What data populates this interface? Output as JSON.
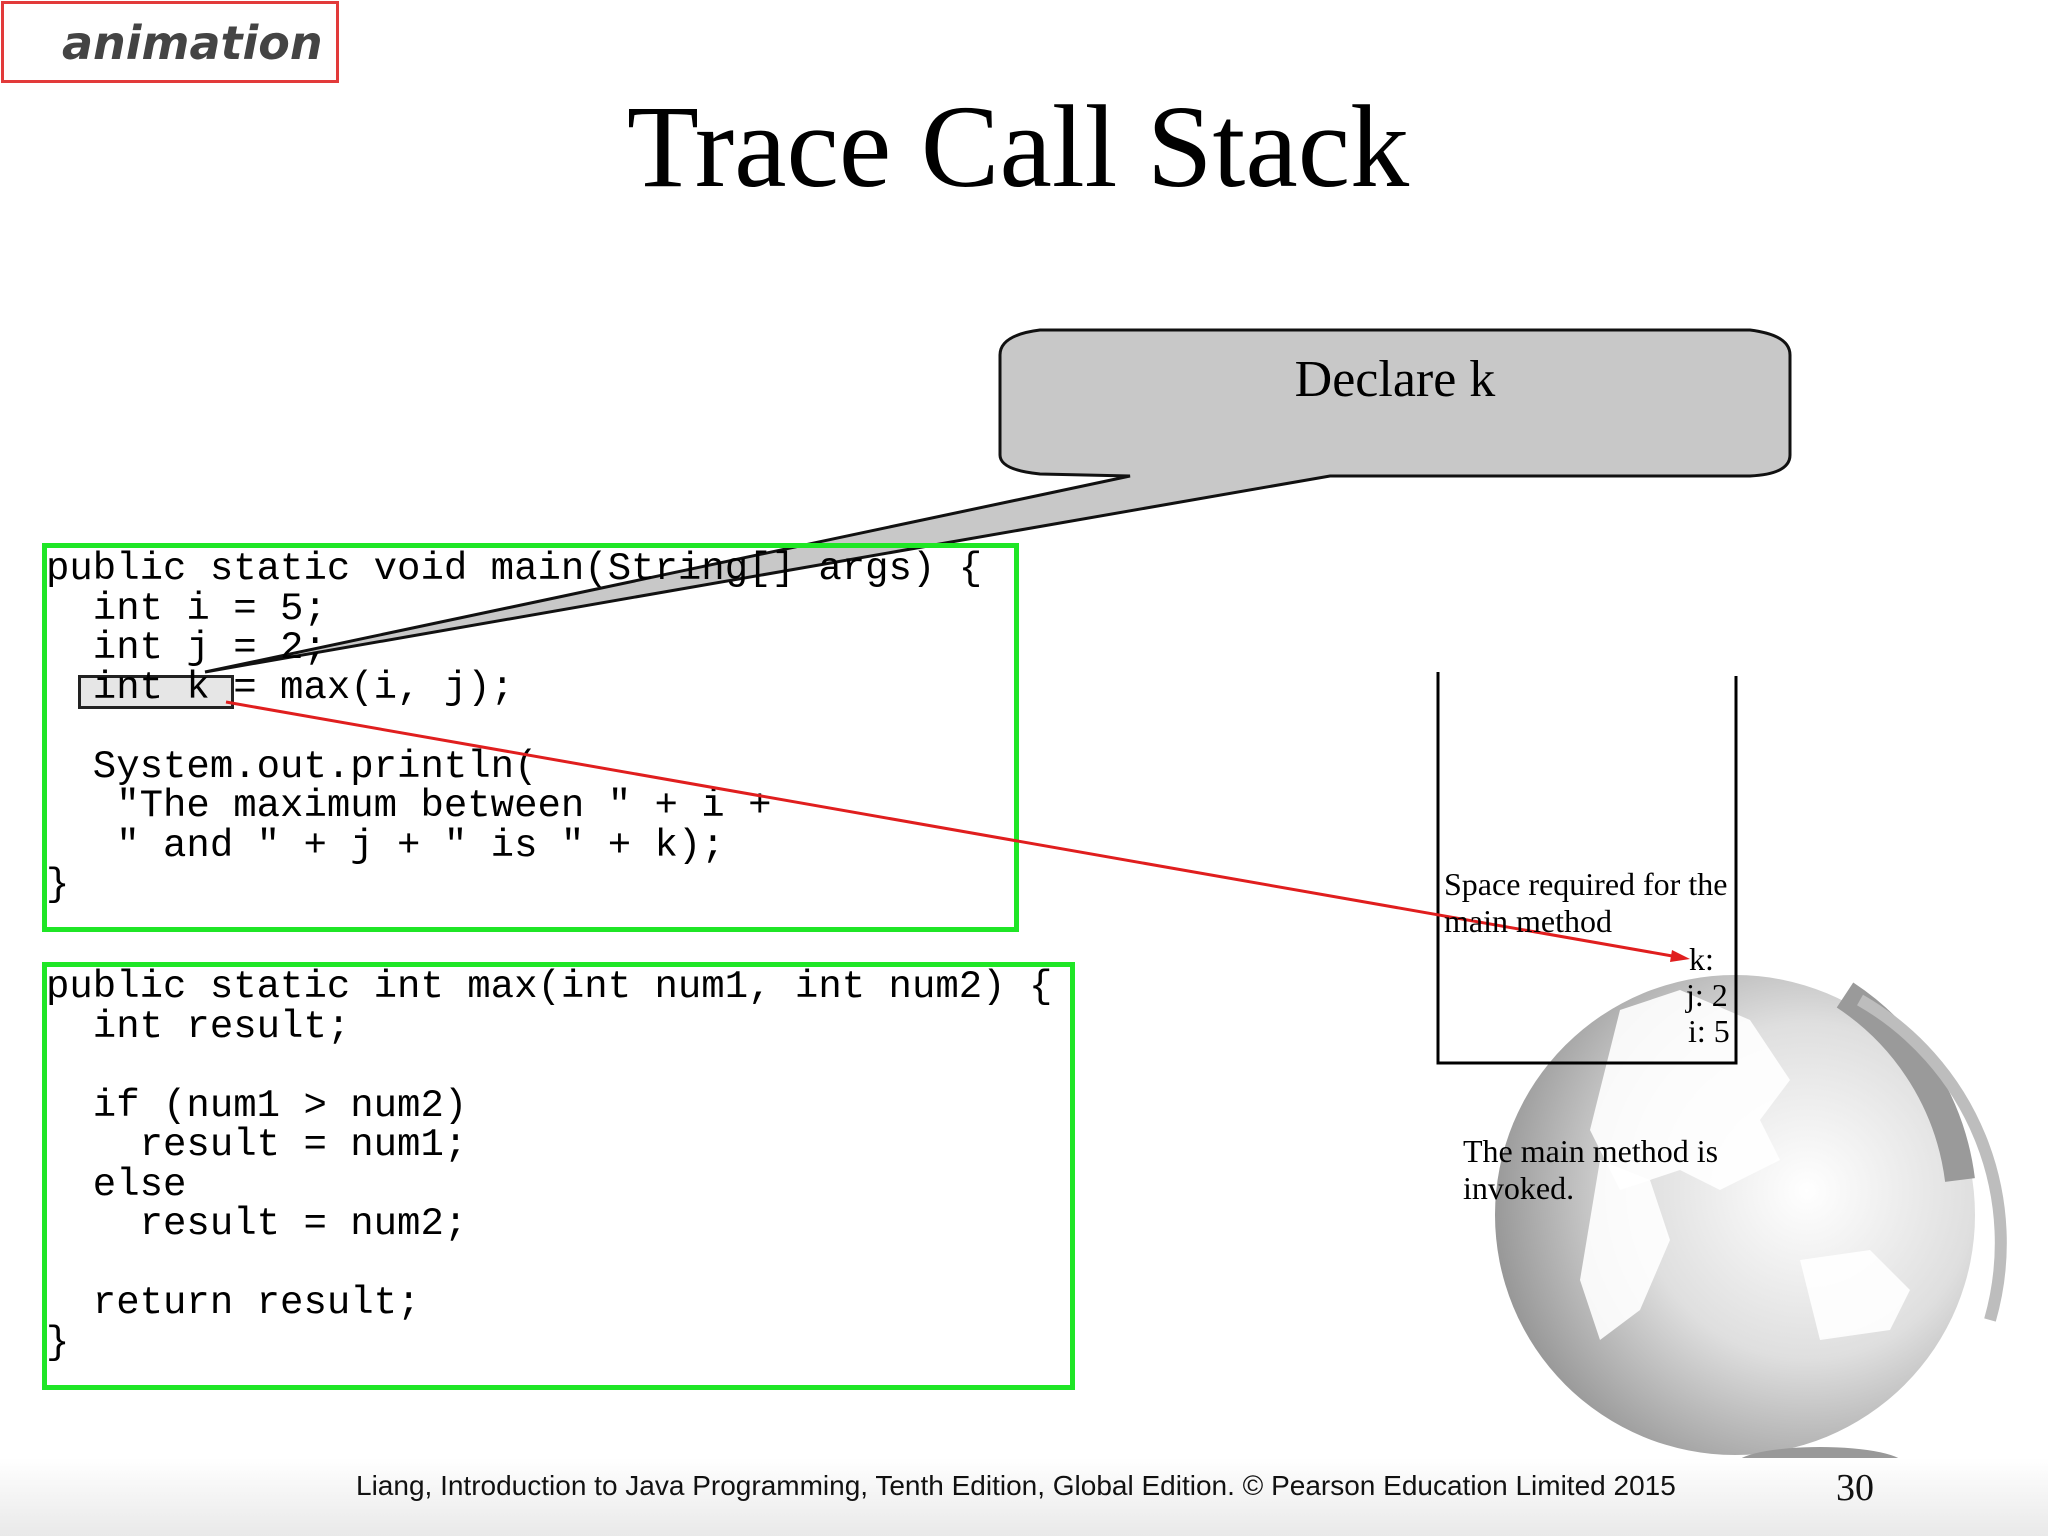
{
  "badge": {
    "label": "animation"
  },
  "slide": {
    "title": "Trace Call Stack"
  },
  "callout": {
    "text": "Declare k"
  },
  "code_main": {
    "text": "public static void main(String[] args) {\n  int i = 5;\n  int j = 2;\n  int k = max(i, j);\n\n  System.out.println(\n   \"The maximum between \" + i +\n   \" and \" + j + \" is \" + k);\n}"
  },
  "code_max": {
    "text": "public static int max(int num1, int num2) {\n  int result;\n\n  if (num1 > num2)\n    result = num1;\n  else\n    result = num2;\n\n  return result;\n}"
  },
  "stack": {
    "label": "Space required for the main method",
    "values": [
      "k:",
      "j: 2",
      "i: 5"
    ]
  },
  "caption": {
    "text": "The main method is invoked."
  },
  "footer": {
    "text": "Liang, Introduction to Java Programming, Tenth Edition, Global Edition. © Pearson Education Limited 2015",
    "page": "30"
  },
  "colors": {
    "code_border": "#1fe626",
    "arrow": "#e01e1e",
    "badge_border": "#e23a3a",
    "callout_fill": "#c8c8c8"
  }
}
